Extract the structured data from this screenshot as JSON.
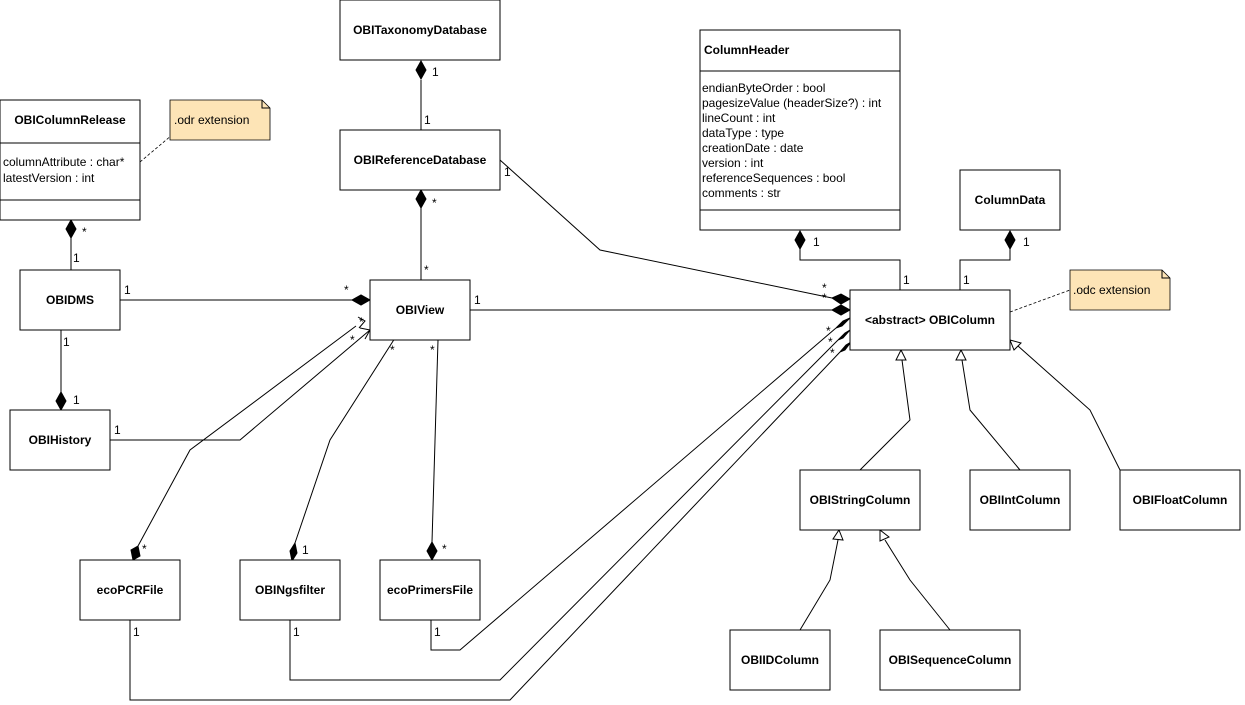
{
  "classes": {
    "taxonomy_db": "OBITaxonomyDatabase",
    "reference_db": "OBIReferenceDatabase",
    "column_release": "OBIColumnRelease",
    "column_header": "ColumnHeader",
    "column_data": "ColumnData",
    "dms": "OBIDMS",
    "view": "OBIView",
    "history": "OBIHistory",
    "column": "<abstract> OBIColumn",
    "string_column": "OBIStringColumn",
    "int_column": "OBIIntColumn",
    "float_column": "OBIFloatColumn",
    "ecopcr_file": "ecoPCRFile",
    "ngsfilter": "OBINgsfilter",
    "ecoprimers_file": "ecoPrimersFile",
    "id_column": "OBIIDColumn",
    "sequence_column": "OBISequenceColumn"
  },
  "attributes": {
    "column_release": [
      "columnAttribute : char*",
      "latestVersion : int"
    ],
    "column_header": [
      "endianByteOrder : bool",
      "pagesizeValue (headerSize?) : int",
      "lineCount : int",
      "dataType : type",
      "creationDate : date",
      "version : int",
      "referenceSequences : bool",
      "comments : str"
    ]
  },
  "notes": {
    "odr": ".odr extension",
    "odc": ".odc extension"
  },
  "multiplicity": {
    "one": "1",
    "many": "*"
  }
}
